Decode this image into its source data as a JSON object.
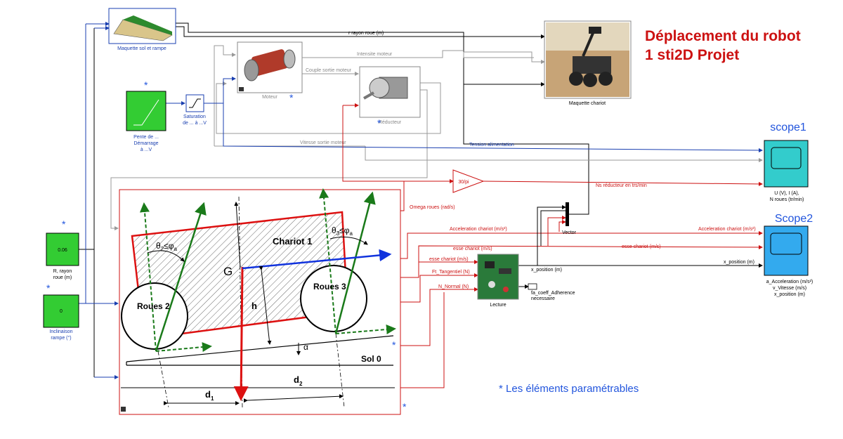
{
  "title": {
    "line1": "Déplacement du robot",
    "line2": "1 sti2D Projet"
  },
  "note": "* Les éléments paramétrables",
  "star": "*",
  "blocks": {
    "maquette_sol": "Maquette sol et rampe",
    "moteur": "Moteur",
    "reducteur": "Réducteur",
    "maquette_chariot": "Maquette chariot",
    "pente_l1": "Pente de ...",
    "pente_l2": "Démarrage",
    "pente_l3": "à ...V",
    "saturation_l1": "Saturation",
    "saturation_l2": "de ... à ...V",
    "rayon_value": "0.06",
    "rayon_l1": "R, rayon",
    "rayon_l2": "roue (m)",
    "inclinaison_value": "0",
    "inclinaison_l1": "Inclinaison",
    "inclinaison_l2": "rampe (°)",
    "gain": "30/pi",
    "vector": "Vector",
    "lecture": "Lecture",
    "scope1_title": "scope1",
    "scope1_l1": "U (V), I (A),",
    "scope1_l2": "N roues (tr/min)",
    "scope2_title": "Scope2",
    "scope2_l1": "a_Acceleration (m/s²)",
    "scope2_l2": "v_Vitesse (m/s)",
    "scope2_l3": "x_position (m)",
    "fa_l1": "fa_coeff_Adherence",
    "fa_l2": "necessaire"
  },
  "signals": {
    "r_rayon": "r rayon roue (m)",
    "intensite": "Intensite moteur",
    "couple": "Couple  sortie moteur",
    "vitesse": "Vitesse sortie moteur",
    "tension": "Tension alimentation",
    "ns_reducteur": "Ns réducteur en trs/min",
    "omega": "Omega roues (rad/s)",
    "accel_left": "Acceleration chariot (m/s²)",
    "accel_right": "Acceleration chariot (m/s²)",
    "esse_left": "esse chariot (m/s)",
    "esse_right": "esse chariot (m/s)",
    "esse_lecture": "esse chariot (m/s)",
    "ft": "Ft_Tangentiel (N)",
    "nn": "N_Normal (N)",
    "x_pos_a": "x_position (m)",
    "x_pos_b": "x_position (m)"
  },
  "diagram": {
    "chariot": "Chariot 1",
    "g": "G",
    "roues2": "Roues 2",
    "roues3": "Roues 3",
    "sol": "Sol 0",
    "h": "h",
    "alpha": "α",
    "d1": "d",
    "d1_sub": "1",
    "d2": "d",
    "d2_sub": "2",
    "theta2": "θ",
    "theta2_sub": "2",
    "theta2_rel": "≤φ",
    "theta2_a": "a",
    "theta3": "θ",
    "theta3_sub": "3",
    "theta3_rel": "≤φ",
    "theta3_a": "a"
  },
  "colors": {
    "blue": "#1a3fb0",
    "red": "#cc1111",
    "gray": "#999999",
    "green": "#22bb22",
    "scope": "#35c0e0",
    "title": "#cc1111"
  }
}
